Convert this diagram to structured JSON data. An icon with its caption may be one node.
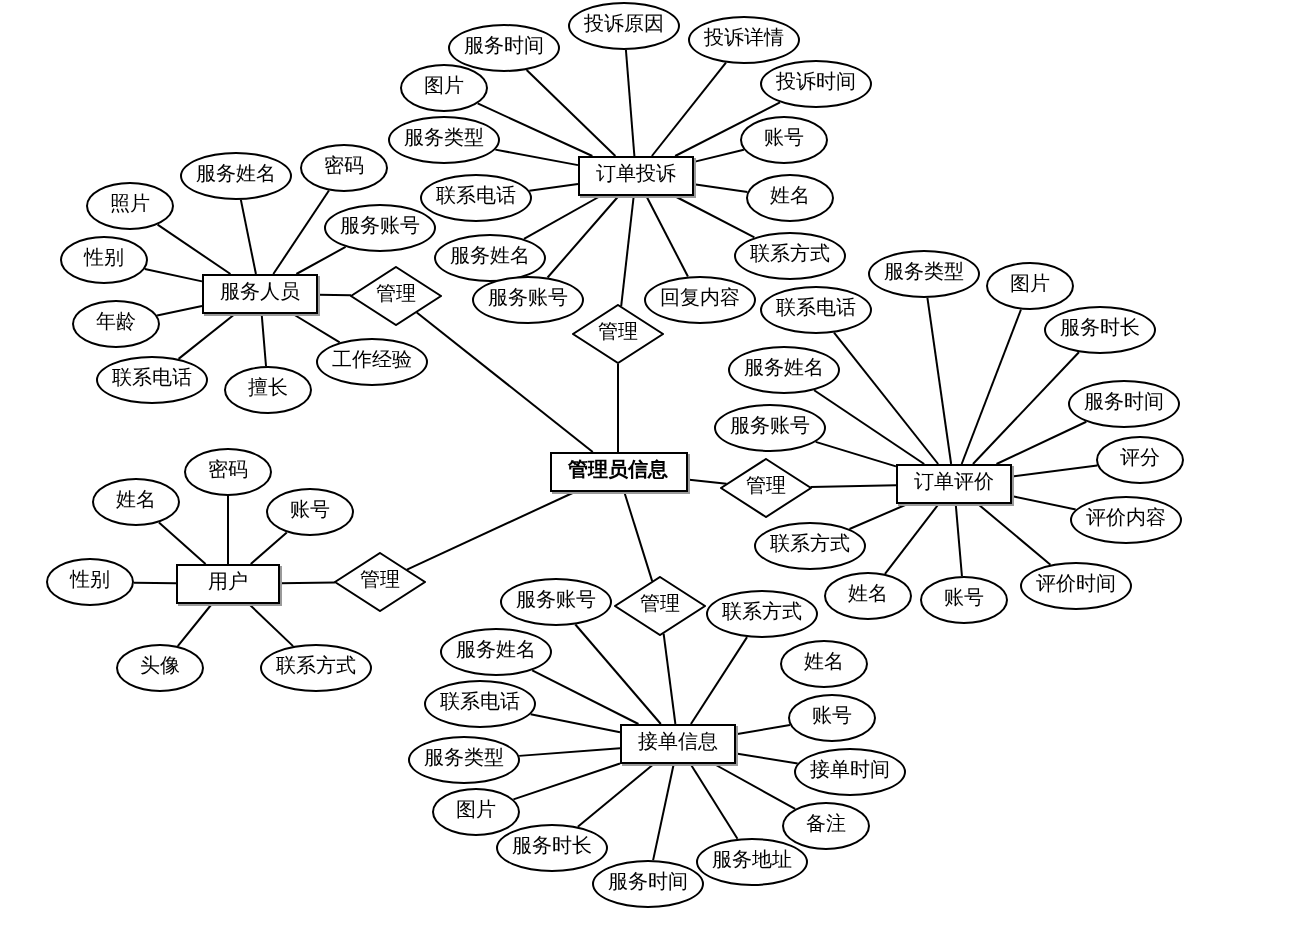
{
  "diagram": {
    "nodes": [
      {
        "text": [
          "服务时间"
        ]
      },
      {
        "text": [
          "投诉原因"
        ]
      },
      {
        "text": [
          "投诉详情"
        ]
      },
      {
        "text": [
          "图片"
        ]
      },
      {
        "text": [
          "投诉时间"
        ]
      },
      {
        "text": [
          "服务类型"
        ]
      },
      {
        "text": [
          "账号"
        ]
      },
      {
        "text": [
          "订单投诉"
        ]
      },
      {
        "text": [
          "联系电话"
        ]
      },
      {
        "text": [
          "姓名"
        ]
      },
      {
        "text": [
          "服务姓名"
        ]
      },
      {
        "text": [
          "联系方式"
        ]
      },
      {
        "text": [
          "服务账号"
        ]
      },
      {
        "text": [
          "回复内容"
        ]
      },
      {
        "text": [
          "管理"
        ]
      },
      {
        "text": [
          "服务姓名"
        ]
      },
      {
        "text": [
          "密码"
        ]
      },
      {
        "text": [
          "照片"
        ]
      },
      {
        "text": [
          "服务账号"
        ]
      },
      {
        "text": [
          "性别"
        ]
      },
      {
        "text": [
          "服务人员"
        ]
      },
      {
        "text": [
          "管理"
        ]
      },
      {
        "text": [
          "年龄"
        ]
      },
      {
        "text": [
          "联系电话"
        ]
      },
      {
        "text": [
          "擅长"
        ]
      },
      {
        "text": [
          "工作经验"
        ]
      },
      {
        "text": [
          "服务类型"
        ]
      },
      {
        "text": [
          "图片"
        ]
      },
      {
        "text": [
          "联系电话"
        ]
      },
      {
        "text": [
          "服务时长"
        ]
      },
      {
        "text": [
          "服务姓名"
        ]
      },
      {
        "text": [
          "服务时间"
        ]
      },
      {
        "text": [
          "服务账号"
        ]
      },
      {
        "text": [
          "评分"
        ]
      },
      {
        "text": [
          "管理员信息"
        ]
      },
      {
        "text": [
          "管理"
        ]
      },
      {
        "text": [
          "订单评价"
        ]
      },
      {
        "text": [
          "评价内容"
        ]
      },
      {
        "text": [
          "联系方式"
        ]
      },
      {
        "text": [
          "姓名"
        ]
      },
      {
        "text": [
          "账号"
        ]
      },
      {
        "text": [
          "评价时间"
        ]
      },
      {
        "text": [
          "密码"
        ]
      },
      {
        "text": [
          "姓名"
        ]
      },
      {
        "text": [
          "账号"
        ]
      },
      {
        "text": [
          "性别"
        ]
      },
      {
        "text": [
          "用户"
        ]
      },
      {
        "text": [
          "管理"
        ]
      },
      {
        "text": [
          "头像"
        ]
      },
      {
        "text": [
          "联系方式"
        ]
      },
      {
        "text": [
          "服务账号"
        ]
      },
      {
        "text": [
          "管理"
        ]
      },
      {
        "text": [
          "联系方式"
        ]
      },
      {
        "text": [
          "服务姓名"
        ]
      },
      {
        "text": [
          "姓名"
        ]
      },
      {
        "text": [
          "联系电话"
        ]
      },
      {
        "text": [
          "账号"
        ]
      },
      {
        "text": [
          "接单信息"
        ]
      },
      {
        "text": [
          "服务类型"
        ]
      },
      {
        "text": [
          "接单时间"
        ]
      },
      {
        "text": [
          "图片"
        ]
      },
      {
        "text": [
          "备注"
        ]
      },
      {
        "text": [
          "服务时长"
        ]
      },
      {
        "text": [
          "服务时间"
        ]
      },
      {
        "text": [
          "服务地址"
        ]
      }
    ],
    "edges": [
      {
        "from": 0,
        "to": 7,
        "arrow": "none"
      },
      {
        "from": 1,
        "to": 7,
        "arrow": "none"
      },
      {
        "from": 2,
        "to": 7,
        "arrow": "none"
      },
      {
        "from": 3,
        "to": 7,
        "arrow": "none"
      },
      {
        "from": 4,
        "to": 7,
        "arrow": "none"
      },
      {
        "from": 5,
        "to": 7,
        "arrow": "none"
      },
      {
        "from": 6,
        "to": 7,
        "arrow": "none"
      },
      {
        "from": 8,
        "to": 7,
        "arrow": "none"
      },
      {
        "from": 9,
        "to": 7,
        "arrow": "none"
      },
      {
        "from": 10,
        "to": 7,
        "arrow": "none"
      },
      {
        "from": 11,
        "to": 7,
        "arrow": "none"
      },
      {
        "from": 12,
        "to": 7,
        "arrow": "none"
      },
      {
        "from": 13,
        "to": 7,
        "arrow": "none"
      },
      {
        "from": 7,
        "to": 14,
        "arrow": "none"
      },
      {
        "from": 14,
        "to": 34,
        "arrow": "none"
      },
      {
        "from": 15,
        "to": 20,
        "arrow": "none"
      },
      {
        "from": 16,
        "to": 20,
        "arrow": "none"
      },
      {
        "from": 17,
        "to": 20,
        "arrow": "none"
      },
      {
        "from": 18,
        "to": 20,
        "arrow": "none"
      },
      {
        "from": 19,
        "to": 20,
        "arrow": "none"
      },
      {
        "from": 22,
        "to": 20,
        "arrow": "none"
      },
      {
        "from": 23,
        "to": 20,
        "arrow": "none"
      },
      {
        "from": 24,
        "to": 20,
        "arrow": "none"
      },
      {
        "from": 25,
        "to": 20,
        "arrow": "none"
      },
      {
        "from": 20,
        "to": 21,
        "arrow": "none"
      },
      {
        "from": 21,
        "to": 34,
        "arrow": "none"
      },
      {
        "from": 26,
        "to": 36,
        "arrow": "none"
      },
      {
        "from": 27,
        "to": 36,
        "arrow": "none"
      },
      {
        "from": 28,
        "to": 36,
        "arrow": "none"
      },
      {
        "from": 29,
        "to": 36,
        "arrow": "none"
      },
      {
        "from": 30,
        "to": 36,
        "arrow": "none"
      },
      {
        "from": 31,
        "to": 36,
        "arrow": "none"
      },
      {
        "from": 32,
        "to": 36,
        "arrow": "none"
      },
      {
        "from": 33,
        "to": 36,
        "arrow": "none"
      },
      {
        "from": 37,
        "to": 36,
        "arrow": "none"
      },
      {
        "from": 38,
        "to": 36,
        "arrow": "none"
      },
      {
        "from": 39,
        "to": 36,
        "arrow": "none"
      },
      {
        "from": 40,
        "to": 36,
        "arrow": "none"
      },
      {
        "from": 41,
        "to": 36,
        "arrow": "none"
      },
      {
        "from": 34,
        "to": 35,
        "arrow": "none"
      },
      {
        "from": 35,
        "to": 36,
        "arrow": "none"
      },
      {
        "from": 42,
        "to": 46,
        "arrow": "none"
      },
      {
        "from": 43,
        "to": 46,
        "arrow": "none"
      },
      {
        "from": 44,
        "to": 46,
        "arrow": "none"
      },
      {
        "from": 45,
        "to": 46,
        "arrow": "none"
      },
      {
        "from": 48,
        "to": 46,
        "arrow": "none"
      },
      {
        "from": 49,
        "to": 46,
        "arrow": "none"
      },
      {
        "from": 46,
        "to": 47,
        "arrow": "none"
      },
      {
        "from": 47,
        "to": 34,
        "arrow": "none"
      },
      {
        "from": 50,
        "to": 57,
        "arrow": "none"
      },
      {
        "from": 52,
        "to": 57,
        "arrow": "none"
      },
      {
        "from": 53,
        "to": 57,
        "arrow": "none"
      },
      {
        "from": 55,
        "to": 57,
        "arrow": "none"
      },
      {
        "from": 56,
        "to": 57,
        "arrow": "none"
      },
      {
        "from": 58,
        "to": 57,
        "arrow": "none"
      },
      {
        "from": 59,
        "to": 57,
        "arrow": "none"
      },
      {
        "from": 60,
        "to": 57,
        "arrow": "none"
      },
      {
        "from": 61,
        "to": 57,
        "arrow": "none"
      },
      {
        "from": 62,
        "to": 57,
        "arrow": "none"
      },
      {
        "from": 63,
        "to": 57,
        "arrow": "none"
      },
      {
        "from": 64,
        "to": 57,
        "arrow": "none"
      },
      {
        "from": 34,
        "to": 51,
        "arrow": "none"
      },
      {
        "from": 51,
        "to": 57,
        "arrow": "none"
      }
    ]
  }
}
